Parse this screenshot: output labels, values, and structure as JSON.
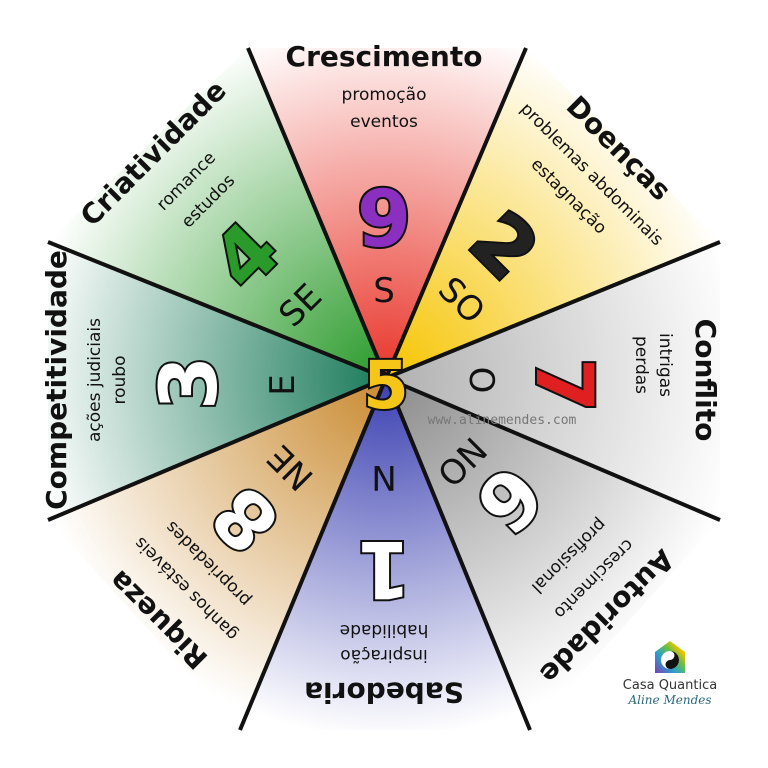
{
  "center": {
    "number": "5",
    "color": "#f5c518"
  },
  "watermark": "www.alinemendes.com",
  "sectors": [
    {
      "dir": "S",
      "title": "Crescimento",
      "lines": [
        "promoção",
        "eventos"
      ],
      "number": "9",
      "color": "#e8352a",
      "number_color": "#8a2fc0"
    },
    {
      "dir": "SO",
      "title": "Doenças",
      "lines": [
        "problemas abdominais",
        "estagnação"
      ],
      "number": "2",
      "color": "#f6c400",
      "number_color": "#222222"
    },
    {
      "dir": "O",
      "title": "Conflito",
      "lines": [
        "intrigas",
        "perdas"
      ],
      "number": "7",
      "color": "#b0b0b0",
      "number_color": "#e02020"
    },
    {
      "dir": "NO",
      "title": "Autoridade",
      "lines": [
        "crescimento",
        "profissional"
      ],
      "number": "6",
      "color": "#8a8a8a",
      "number_color": "#ffffff"
    },
    {
      "dir": "N",
      "title": "Sabedoria",
      "lines": [
        "inspiração",
        "habilidade"
      ],
      "number": "1",
      "color": "#3a3fb0",
      "number_color": "#ffffff"
    },
    {
      "dir": "NE",
      "title": "Riqueza",
      "lines": [
        "ganhos estáveis",
        "propriedades"
      ],
      "number": "8",
      "color": "#c98a30",
      "number_color": "#ffffff"
    },
    {
      "dir": "E",
      "title": "Competitividade",
      "lines": [
        "ações judiciais",
        "roubo"
      ],
      "number": "3",
      "color": "#1a7a5a",
      "number_color": "#ffffff"
    },
    {
      "dir": "SE",
      "title": "Criatividade",
      "lines": [
        "romance",
        "estudos"
      ],
      "number": "4",
      "color": "#2a9a2a",
      "number_color": "#2a9a2a"
    }
  ],
  "logo": {
    "name": "Casa Quantica",
    "author": "Aline Mendes"
  }
}
